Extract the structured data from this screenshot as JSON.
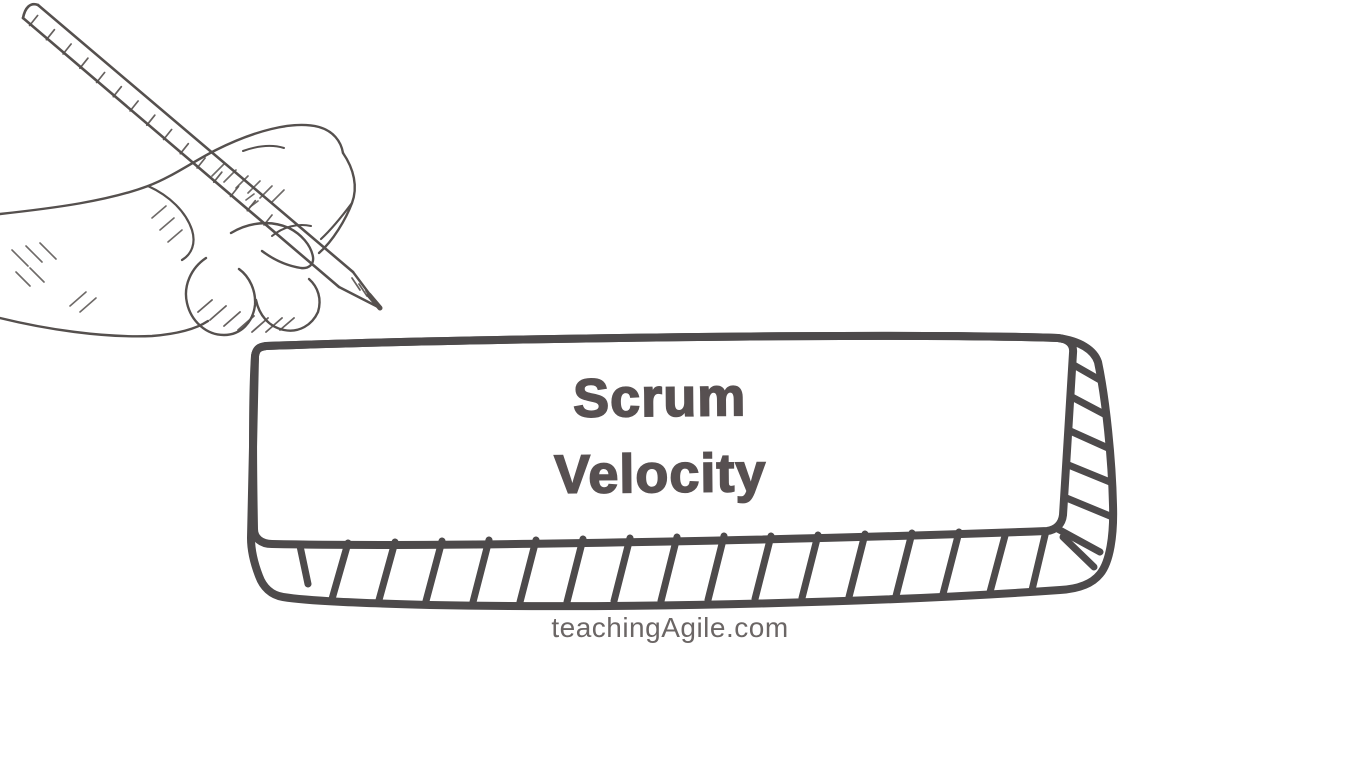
{
  "banner": {
    "title_line1": "Scrum",
    "title_line2": "Velocity",
    "face_fill": "#f4f3f3",
    "side_fill": "#fcfcfc",
    "outline_color": "#4d4a4b",
    "title_color": "#575051"
  },
  "footer": {
    "website": "teachingAgile.com",
    "color": "#6b6665"
  },
  "illustration": {
    "name": "hand-holding-pencil-sketch",
    "ink_color": "#55504e"
  },
  "page": {
    "background": "#ffffff"
  }
}
